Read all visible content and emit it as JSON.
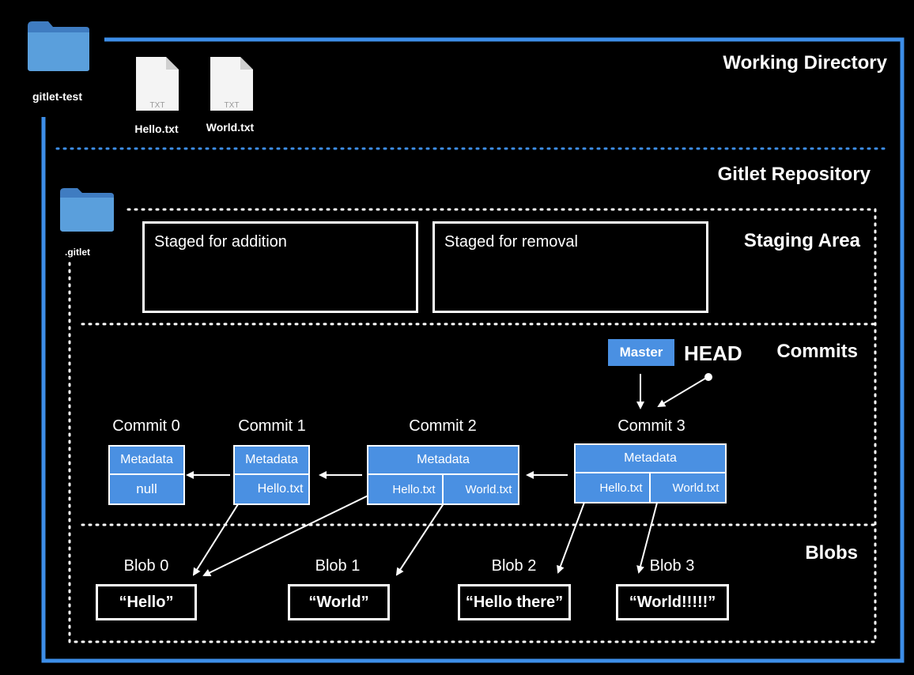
{
  "working_dir": {
    "folder_label": "gitlet-test",
    "title": "Working Directory",
    "files": [
      {
        "name": "Hello.txt",
        "ext": "TXT"
      },
      {
        "name": "World.txt",
        "ext": "TXT"
      }
    ]
  },
  "repo": {
    "title": "Gitlet Repository",
    "folder_label": ".gitlet"
  },
  "staging": {
    "title": "Staging Area",
    "addition": "Staged for addition",
    "removal": "Staged for removal"
  },
  "commits": {
    "title": "Commits",
    "branch": "Master",
    "head": "HEAD",
    "items": [
      {
        "label": "Commit 0",
        "metadata": "Metadata",
        "files": [
          "null"
        ]
      },
      {
        "label": "Commit 1",
        "metadata": "Metadata",
        "files": [
          "Hello.txt"
        ]
      },
      {
        "label": "Commit 2",
        "metadata": "Metadata",
        "files": [
          "Hello.txt",
          "World.txt"
        ]
      },
      {
        "label": "Commit 3",
        "metadata": "Metadata",
        "files": [
          "Hello.txt",
          "World.txt"
        ]
      }
    ]
  },
  "blobs": {
    "title": "Blobs",
    "items": [
      {
        "label": "Blob 0",
        "content": "“Hello”"
      },
      {
        "label": "Blob 1",
        "content": "“World”"
      },
      {
        "label": "Blob 2",
        "content": "“Hello there”"
      },
      {
        "label": "Blob 3",
        "content": "“World!!!!!”"
      }
    ]
  },
  "colors": {
    "accent": "#4a90e2",
    "frame": "#3d8ee8"
  }
}
